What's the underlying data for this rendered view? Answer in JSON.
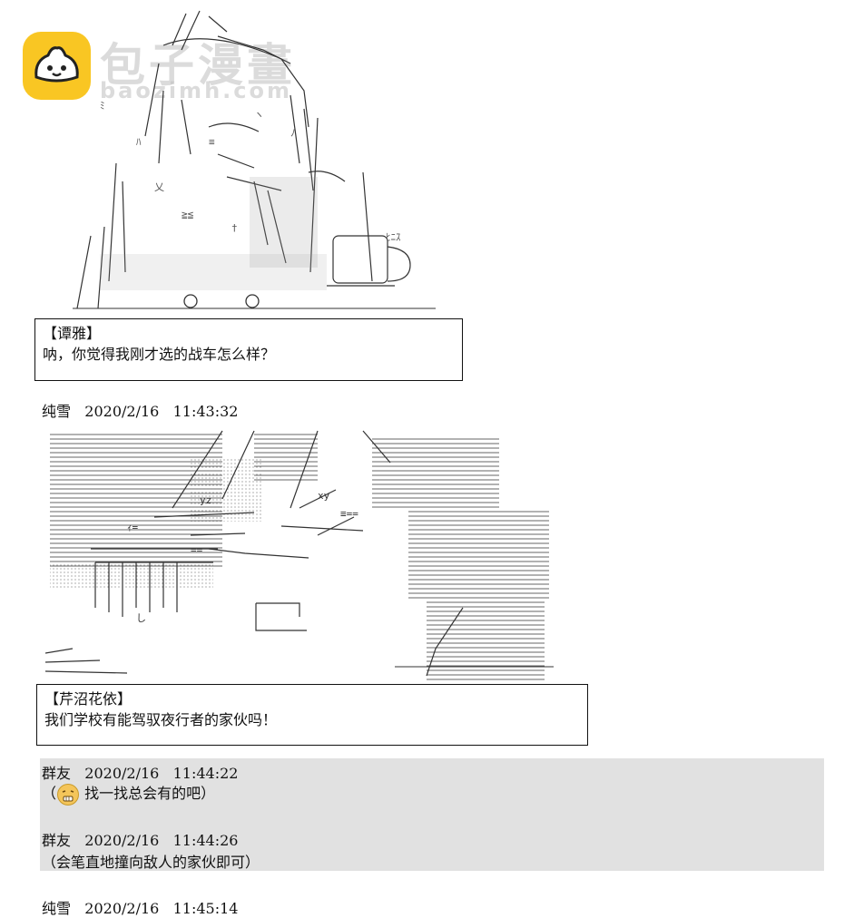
{
  "watermark": {
    "title": "包子漫畫",
    "url": "baozimh.com",
    "logo_icon": "baozi-bun-icon",
    "logo_color": "#f9c623"
  },
  "dialog1": {
    "speaker": "【谭雅】",
    "line": "呐，你觉得我刚才选的战车怎么样？"
  },
  "post1": {
    "author": "纯雪",
    "date": "2020/2/16",
    "time": "11:43:32"
  },
  "dialog2": {
    "speaker": "【芹沼花依】",
    "line": "我们学校有能驾驭夜行者的家伙吗！"
  },
  "reply1": {
    "author": "群友",
    "date": "2020/2/16",
    "time": "11:44:22",
    "open": "（",
    "emoji_icon": "grimace-emoji-icon",
    "text": "找一找总会有的吧）"
  },
  "reply2": {
    "author": "群友",
    "date": "2020/2/16",
    "time": "11:44:26",
    "text": "（会笔直地撞向敌人的家伙即可）"
  },
  "post2": {
    "author": "纯雪",
    "date": "2020/2/16",
    "time": "11:45:14"
  }
}
